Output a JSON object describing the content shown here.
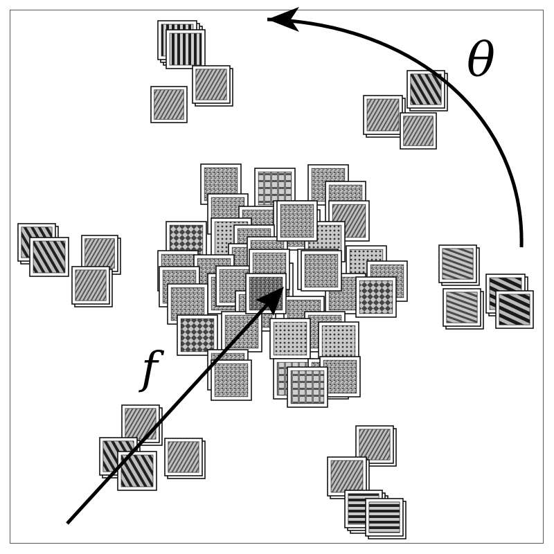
{
  "labels": {
    "theta": "θ",
    "f": "f"
  },
  "colors": {
    "frame": "#555555",
    "arrow": "#000000",
    "tile_border": "#111111",
    "tile_fill": "#ffffff"
  },
  "legend": "none",
  "groups": [
    {
      "name": "center-cluster",
      "pattern": "mixed-noise"
    },
    {
      "name": "top-vertical-stripes",
      "pattern": "vertical-stripes"
    },
    {
      "name": "top-right-diagonal-stripes",
      "pattern": "diagonal-stripes"
    },
    {
      "name": "left-diagonal-stripes",
      "pattern": "diagonal-stripes"
    },
    {
      "name": "right-shallow-stripes",
      "pattern": "shallow-stripes"
    },
    {
      "name": "bottom-left-diagonal-stripes",
      "pattern": "diagonal-stripes"
    },
    {
      "name": "bottom-right-horizontal-stripes",
      "pattern": "horizontal-stripes"
    }
  ]
}
